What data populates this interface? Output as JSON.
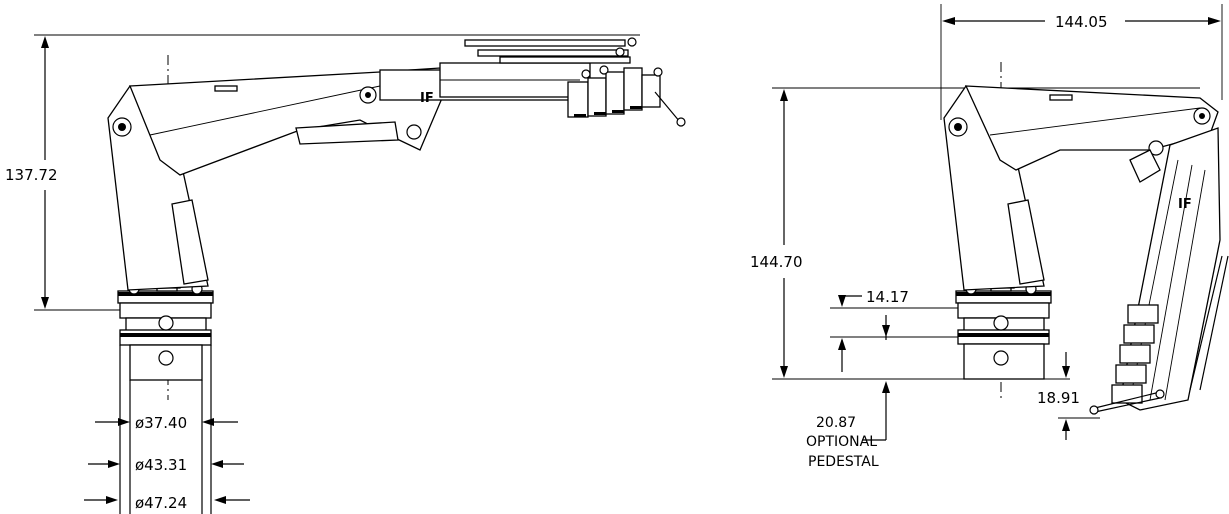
{
  "left_view": {
    "height_dim": "137.72",
    "dia_inner": "ø37.40",
    "dia_mid": "ø43.31",
    "dia_outer": "ø47.24"
  },
  "right_view": {
    "reach_dim": "144.05",
    "height_dim": "144.70",
    "offset_dim": "14.17",
    "bottom_dim": "18.91",
    "pedestal_dim": "20.87",
    "pedestal_label_1": "OPTIONAL",
    "pedestal_label_2": "PEDESTAL"
  }
}
